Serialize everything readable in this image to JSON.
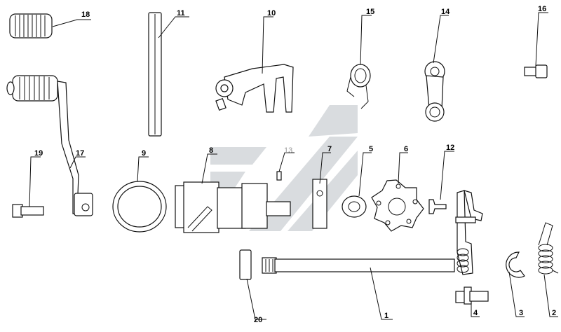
{
  "parts": [
    {
      "id": "1",
      "name": "shaft"
    },
    {
      "id": "2",
      "name": "spring"
    },
    {
      "id": "3",
      "name": "circlip"
    },
    {
      "id": "4",
      "name": "pin"
    },
    {
      "id": "5",
      "name": "washer"
    },
    {
      "id": "6",
      "name": "star-plate"
    },
    {
      "id": "7",
      "name": "block"
    },
    {
      "id": "8",
      "name": "drum"
    },
    {
      "id": "9",
      "name": "ring"
    },
    {
      "id": "10",
      "name": "fork"
    },
    {
      "id": "11",
      "name": "rod"
    },
    {
      "id": "12",
      "name": "screw"
    },
    {
      "id": "13",
      "name": "pin-small"
    },
    {
      "id": "14",
      "name": "lever-link"
    },
    {
      "id": "15",
      "name": "hook-spring"
    },
    {
      "id": "16",
      "name": "bolt"
    },
    {
      "id": "17",
      "name": "kick-lever"
    },
    {
      "id": "18",
      "name": "rubber-grip"
    },
    {
      "id": "19",
      "name": "bolt-long"
    },
    {
      "id": "20",
      "name": "bushing"
    }
  ],
  "colors": {
    "line": "#111111",
    "watermark": "#cfd3d6",
    "label_grey": "#9a9a9a"
  }
}
